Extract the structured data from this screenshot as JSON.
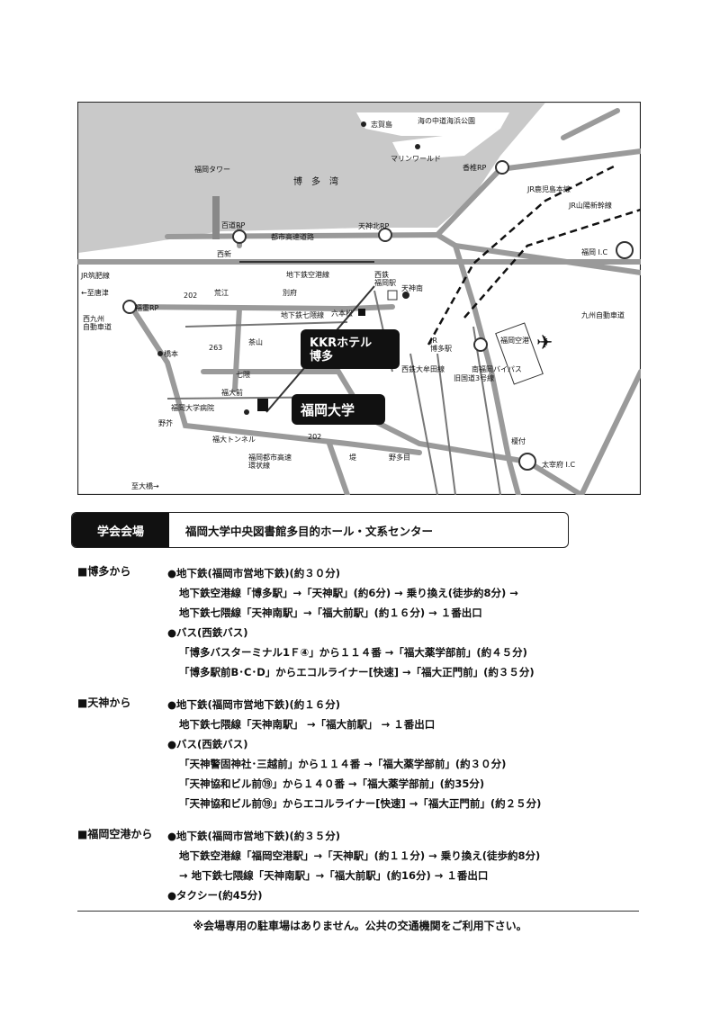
{
  "map": {
    "labels": {
      "shikanoshima": "志賀島",
      "uminonakamichi": "海の中道海浜公園",
      "marine_world": "マリンワールド",
      "kashii_rp": "香椎RP",
      "fukuoka_tower": "福岡タワー",
      "hakata_bay": "博　多　湾",
      "momochi_rp": "百道RP",
      "urban_expressway": "都市高速道路",
      "tenjin_kita_rp": "天神北RP",
      "nishijin": "西新",
      "chikuhi_line": "JR筑肥線",
      "meinohama": "←至唐津",
      "subway_airport_line": "地下鉄空港線",
      "nishitetsu_fukuoka": "西鉄\n福岡駅",
      "tenjin_minami": "天神南",
      "arae": "荒江",
      "befu": "別府",
      "route_202": "202",
      "fukuoka_rp": "福重RP",
      "nishikyushu_expressway": "西九州\n自動車道",
      "hashimoto": "橋本",
      "route_263": "263",
      "chayama": "茶山",
      "nanakuma": "七隈",
      "subway_nanakuma_line": "地下鉄七隈線",
      "ropponmatsu": "六本松",
      "kkr_hotel": "KKRホテル\n博多",
      "fukudaimae": "福大前",
      "fukuoka_univ_hospital": "福岡大学病院",
      "noke": "野芥",
      "fukuoka_university": "福岡大学",
      "fukudai_tunnel": "福大トンネル",
      "fukuoka_urban_expressway_ring": "福岡都市高速\n環状線",
      "tsutsumi": "堤",
      "notame": "野多目",
      "nishitetsu_omuta_line": "西鉄大牟田線",
      "old_route_3": "旧国道3号線",
      "minami_fukuoka_bypass": "南福岡バイパス",
      "jr_hakata": "JR\n博多駅",
      "fukuoka_airport": "福岡空港",
      "jr_kagoshima_line": "JR鹿児島本線",
      "jr_sanyo_shinkansen": "JR山陽新幹線",
      "fukuoka_ic": "福岡 I.C",
      "kyushu_expressway": "九州自動車道",
      "haruda": "榎付",
      "dazaifu_ic": "太宰府 I.C",
      "ohashi": "至大橋→",
      "route_202b": "202"
    }
  },
  "venue": {
    "label": "学会会場",
    "name": "福岡大学中央図書館多目的ホール・文系センター"
  },
  "sections": [
    {
      "origin": "■博多から",
      "lines": [
        {
          "text": "●地下鉄(福岡市営地下鉄)(約３０分)",
          "indent": false
        },
        {
          "text": "地下鉄空港線「博多駅」→「天神駅」(約6分) → 乗り換え(徒歩約8分) →",
          "indent": true
        },
        {
          "text": "地下鉄七隈線「天神南駅」→「福大前駅」(約１６分) → １番出口",
          "indent": true
        },
        {
          "text": "●バス(西鉄バス)",
          "indent": false
        },
        {
          "text": "「博多バスターミナル1Ｆ④」から１１４番 →「福大薬学部前」(約４５分)",
          "indent": true
        },
        {
          "text": "「博多駅前B･C･D」からエコルライナー[快速] →「福大正門前」(約３５分)",
          "indent": true
        }
      ]
    },
    {
      "origin": "■天神から",
      "lines": [
        {
          "text": "●地下鉄(福岡市営地下鉄)(約１６分)",
          "indent": false
        },
        {
          "text": "地下鉄七隈線「天神南駅」 →「福大前駅」 → １番出口",
          "indent": true
        },
        {
          "text": "●バス(西鉄バス)",
          "indent": false
        },
        {
          "text": "「天神警固神社･三越前」から１１４番 →「福大薬学部前」(約３０分)",
          "indent": true
        },
        {
          "text": "「天神協和ビル前⑲」から１４０番 →「福大薬学部前」(約35分)",
          "indent": true
        },
        {
          "text": "「天神協和ビル前⑲」からエコルライナー[快速] →「福大正門前」(約２５分)",
          "indent": true
        }
      ]
    },
    {
      "origin": "■福岡空港から",
      "lines": [
        {
          "text": "●地下鉄(福岡市営地下鉄)(約３５分)",
          "indent": false
        },
        {
          "text": "地下鉄空港線「福岡空港駅」→「天神駅」(約１１分) → 乗り換え(徒歩約8分)",
          "indent": true
        },
        {
          "text": "→ 地下鉄七隈線「天神南駅」→「福大前駅」(約16分) → １番出口",
          "indent": true
        },
        {
          "text": "●タクシー(約45分)",
          "indent": false
        }
      ]
    }
  ],
  "footer_note": "※会場専用の駐車場はありません。公共の交通機関をご利用下さい。",
  "colors": {
    "sea": "#c9c9c9",
    "road": "#8f8f8f",
    "frame": "#222222"
  }
}
